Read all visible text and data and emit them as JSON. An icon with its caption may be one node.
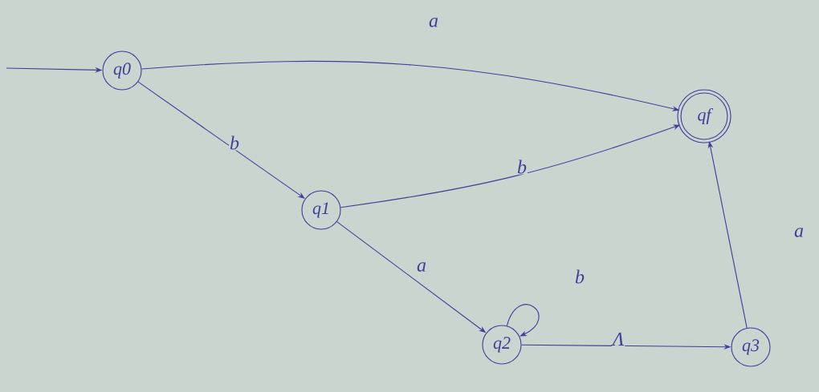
{
  "diagram": {
    "nodes": [
      {
        "text": [
          "q0"
        ]
      },
      {
        "text": [
          "q1"
        ]
      },
      {
        "text": [
          "q2"
        ]
      },
      {
        "text": [
          "q3"
        ]
      },
      {
        "text": [
          "qf"
        ]
      }
    ],
    "edges": [
      {
        "from": null,
        "to": 0,
        "arrow": "to"
      },
      {
        "from": 0,
        "to": 4,
        "arrow": "to",
        "label": "a"
      },
      {
        "from": 0,
        "to": 1,
        "arrow": "to",
        "label": "b"
      },
      {
        "from": 1,
        "to": 4,
        "arrow": "to",
        "label": "b"
      },
      {
        "from": 1,
        "to": 2,
        "arrow": "to",
        "label": "a"
      },
      {
        "from": 2,
        "to": 2,
        "arrow": "to",
        "label": "b"
      },
      {
        "from": 2,
        "to": 3,
        "arrow": "to",
        "label": "Λ"
      },
      {
        "from": 3,
        "to": 4,
        "arrow": "to",
        "label": "a"
      }
    ]
  }
}
